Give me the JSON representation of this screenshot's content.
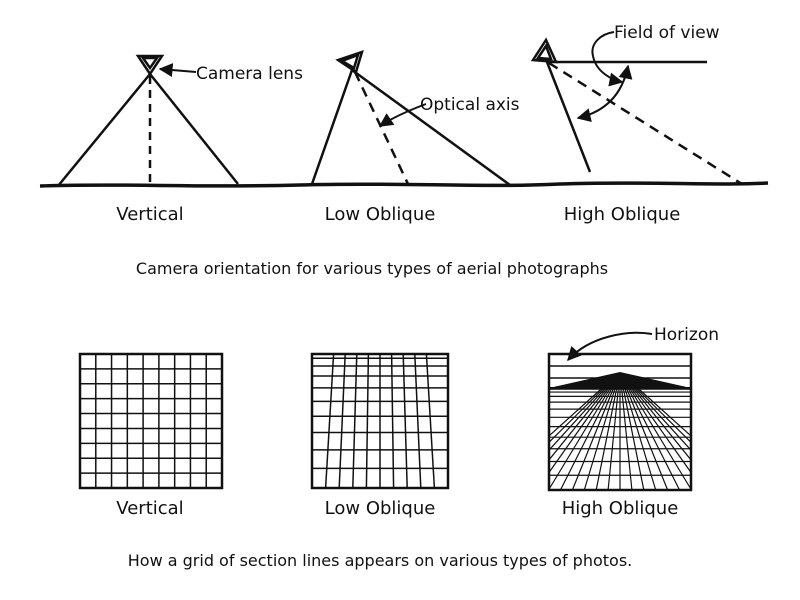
{
  "top_panel": {
    "callouts": {
      "camera_lens": "Camera lens",
      "optical_axis": "Optical axis",
      "field_of_view": "Field of view"
    },
    "labels": [
      "Vertical",
      "Low Oblique",
      "High Oblique"
    ],
    "caption": "Camera orientation for various types of aerial photographs"
  },
  "bottom_panel": {
    "callouts": {
      "horizon": "Horizon"
    },
    "labels": [
      "Vertical",
      "Low Oblique",
      "High Oblique"
    ],
    "caption": "How a grid of section lines appears on various types of photos."
  },
  "colors": {
    "ink": "#111111",
    "background": "#ffffff"
  }
}
